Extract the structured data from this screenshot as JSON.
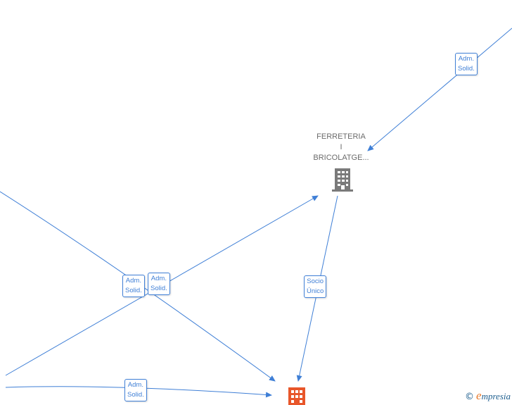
{
  "nodes": {
    "company_main": {
      "label_lines": [
        "FERRETERIA",
        "I",
        "BRICOLATGE..."
      ],
      "icon": "building-icon",
      "color": "#7a7a7a"
    },
    "company_focus": {
      "icon": "building-icon",
      "color": "#e8562a"
    }
  },
  "edges": [
    {
      "label_lines": [
        "Adm.",
        "Solid."
      ]
    },
    {
      "label_lines": [
        "Socio",
        "Único"
      ]
    },
    {
      "label_lines": [
        "Adm.",
        "Solid."
      ]
    },
    {
      "label_lines": [
        "Adm.",
        "Solid."
      ]
    },
    {
      "label_lines": [
        "Adm.",
        "Solid."
      ]
    }
  ],
  "colors": {
    "edge": "#3f7fd6"
  },
  "brand": {
    "copyright": "©",
    "initial": "e",
    "rest": "mpresia"
  }
}
